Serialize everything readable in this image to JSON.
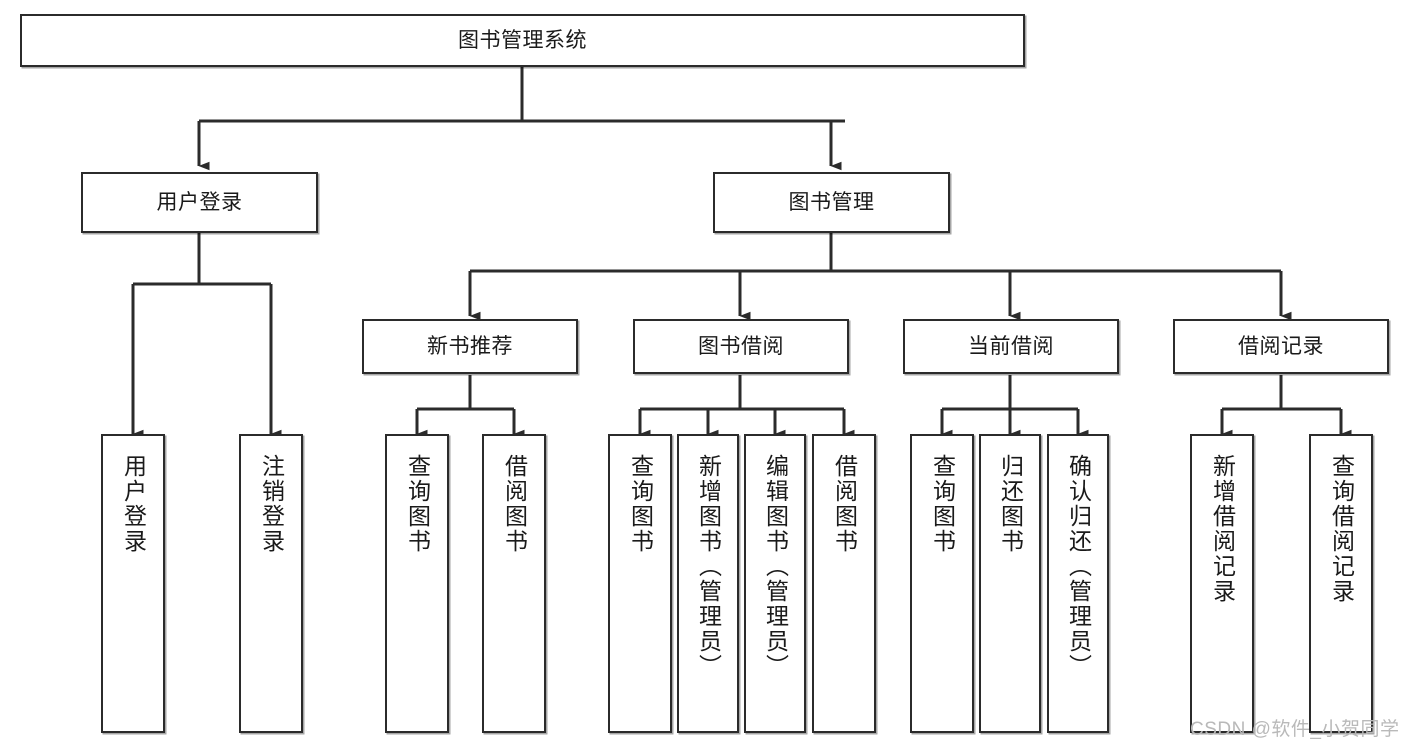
{
  "diagram": {
    "type": "tree-hierarchy",
    "title": "图书管理系统",
    "root": {
      "label": "图书管理系统"
    },
    "level2": [
      {
        "id": "user-login",
        "label": "用户登录"
      },
      {
        "id": "book-management",
        "label": "图书管理"
      }
    ],
    "level3": [
      {
        "id": "new-book-recommend",
        "label": "新书推荐",
        "parent": "book-management"
      },
      {
        "id": "book-borrow",
        "label": "图书借阅",
        "parent": "book-management"
      },
      {
        "id": "current-borrow",
        "label": "当前借阅",
        "parent": "book-management"
      },
      {
        "id": "borrow-record",
        "label": "借阅记录",
        "parent": "book-management"
      }
    ],
    "leaves": [
      {
        "id": "leaf-user-login",
        "label": "用户登录",
        "parent": "user-login"
      },
      {
        "id": "leaf-logout",
        "label": "注销登录",
        "parent": "user-login"
      },
      {
        "id": "leaf-query-book-1",
        "label": "查询图书",
        "parent": "new-book-recommend"
      },
      {
        "id": "leaf-borrow-book-1",
        "label": "借阅图书",
        "parent": "new-book-recommend"
      },
      {
        "id": "leaf-query-book-2",
        "label": "查询图书",
        "parent": "book-borrow"
      },
      {
        "id": "leaf-add-book",
        "label": "新增图书（管理员）",
        "parent": "book-borrow"
      },
      {
        "id": "leaf-edit-book",
        "label": "编辑图书（管理员）",
        "parent": "book-borrow"
      },
      {
        "id": "leaf-borrow-book-2",
        "label": "借阅图书",
        "parent": "book-borrow"
      },
      {
        "id": "leaf-query-book-3",
        "label": "查询图书",
        "parent": "current-borrow"
      },
      {
        "id": "leaf-return-book",
        "label": "归还图书",
        "parent": "current-borrow"
      },
      {
        "id": "leaf-confirm-return",
        "label": "确认归还（管理员）",
        "parent": "current-borrow"
      },
      {
        "id": "leaf-add-record",
        "label": "新增借阅记录",
        "parent": "borrow-record"
      },
      {
        "id": "leaf-query-record",
        "label": "查询借阅记录",
        "parent": "borrow-record"
      }
    ]
  },
  "watermark": {
    "text": "CSDN @软件_小贺同学"
  },
  "colors": {
    "stroke": "#2b2b2b",
    "fill": "#ffffff",
    "text": "#1a1a1a",
    "watermark": "#b9b9b9"
  }
}
